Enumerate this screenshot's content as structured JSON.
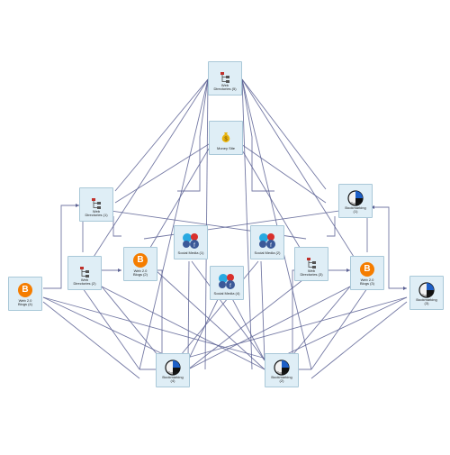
{
  "nodes": {
    "web_directories_5": {
      "label": "Web\nDirectories (5)",
      "icon": "sitemap-icon"
    },
    "money_site": {
      "label": "Money Site",
      "icon": "money-bag-icon"
    },
    "web_directories_1": {
      "label": "Web\nDirectories (1)",
      "icon": "sitemap-icon"
    },
    "social_bookmarking_1": {
      "label": "Social\nBookmarking\n(1)",
      "icon": "bookmark-icon"
    },
    "web_directories_2": {
      "label": "Web\nDirectories (2)",
      "icon": "sitemap-icon"
    },
    "web20_blogs_2": {
      "label": "Web 2.0\nBlogs (2)",
      "icon": "blogger-icon"
    },
    "social_media_1": {
      "label": "Social Media (1)",
      "icon": "social-media-icon"
    },
    "social_media_2": {
      "label": "Social Media (2)",
      "icon": "social-media-icon"
    },
    "web_directories_3": {
      "label": "Web\nDirectories (3)",
      "icon": "sitemap-icon"
    },
    "web20_blogs_3": {
      "label": "Web 2.0\nBlogs (3)",
      "icon": "blogger-icon"
    },
    "web20_blogs_4": {
      "label": "Web 2.0\nBlogs (4)",
      "icon": "blogger-icon"
    },
    "social_media_4": {
      "label": "Social Media (4)",
      "icon": "social-media-icon"
    },
    "social_bookmarking_3": {
      "label": "Social\nBookmarking\n(3)",
      "icon": "bookmark-icon"
    },
    "social_bookmarking_4": {
      "label": "Social\nBookmarking\n(4)",
      "icon": "bookmark-icon"
    },
    "social_bookmarking_2": {
      "label": "Social\nBookmarking\n(2)",
      "icon": "bookmark-icon"
    }
  },
  "colors": {
    "edge": "#5c6294",
    "node_fill": "#dfeef6",
    "node_border": "#a9c8d8",
    "blogger": "#f57d00"
  }
}
